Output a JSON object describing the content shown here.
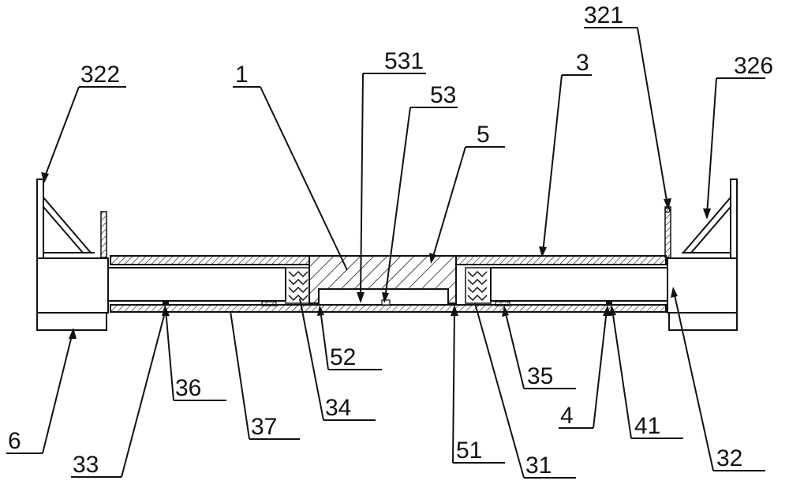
{
  "labels": {
    "l322": "322",
    "l1": "1",
    "l531": "531",
    "l53": "53",
    "l5": "5",
    "l3": "3",
    "l321": "321",
    "l326": "326",
    "l52": "52",
    "l35": "35",
    "l36": "36",
    "l34": "34",
    "l4": "4",
    "l41": "41",
    "l37": "37",
    "l6": "6",
    "l33": "33",
    "l51": "51",
    "l31": "31",
    "l32": "32"
  }
}
